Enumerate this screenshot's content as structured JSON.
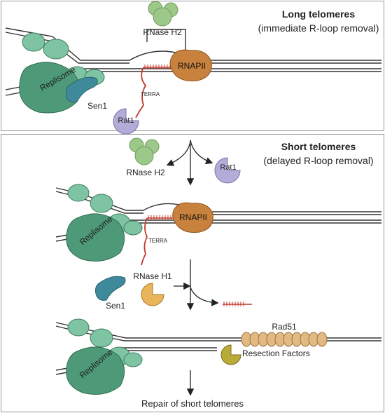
{
  "panel_top": {
    "title": "Long telomeres",
    "subtitle": "(immediate R-loop removal)",
    "labels": {
      "rnase_h2": "RNase H2",
      "rnapii": "RNAPII",
      "replisome": "Replisome",
      "sen1": "Sen1",
      "terra": "TERRA",
      "rat1": "Rat1"
    }
  },
  "panel_bottom": {
    "title": "Short telomeres",
    "subtitle": "(delayed R-loop removal)",
    "labels": {
      "rnase_h2": "RNase H2",
      "rat1": "Rat1",
      "rnapii": "RNAPII",
      "replisome_1": "Replisome",
      "terra": "TERRA",
      "sen1": "Sen1",
      "rnase_h1": "RNase H1",
      "rad51": "Rad51",
      "replisome_2": "Replisome",
      "resection_factors": "Resection Factors",
      "repair": "Repair of short telomeres"
    }
  },
  "colors": {
    "replisome": "#4e9a78",
    "replisome_light": "#7fc4a2",
    "sen1": "#3f8a9a",
    "rnase_h2": "#9cc98a",
    "rat1": "#b3acd8",
    "rnapii": "#c8823e",
    "rnase_h1": "#e9b55a",
    "rad51": "#e2b980",
    "resection": "#b8ab3a",
    "terra": "#c0392b",
    "dna": "#333333"
  }
}
